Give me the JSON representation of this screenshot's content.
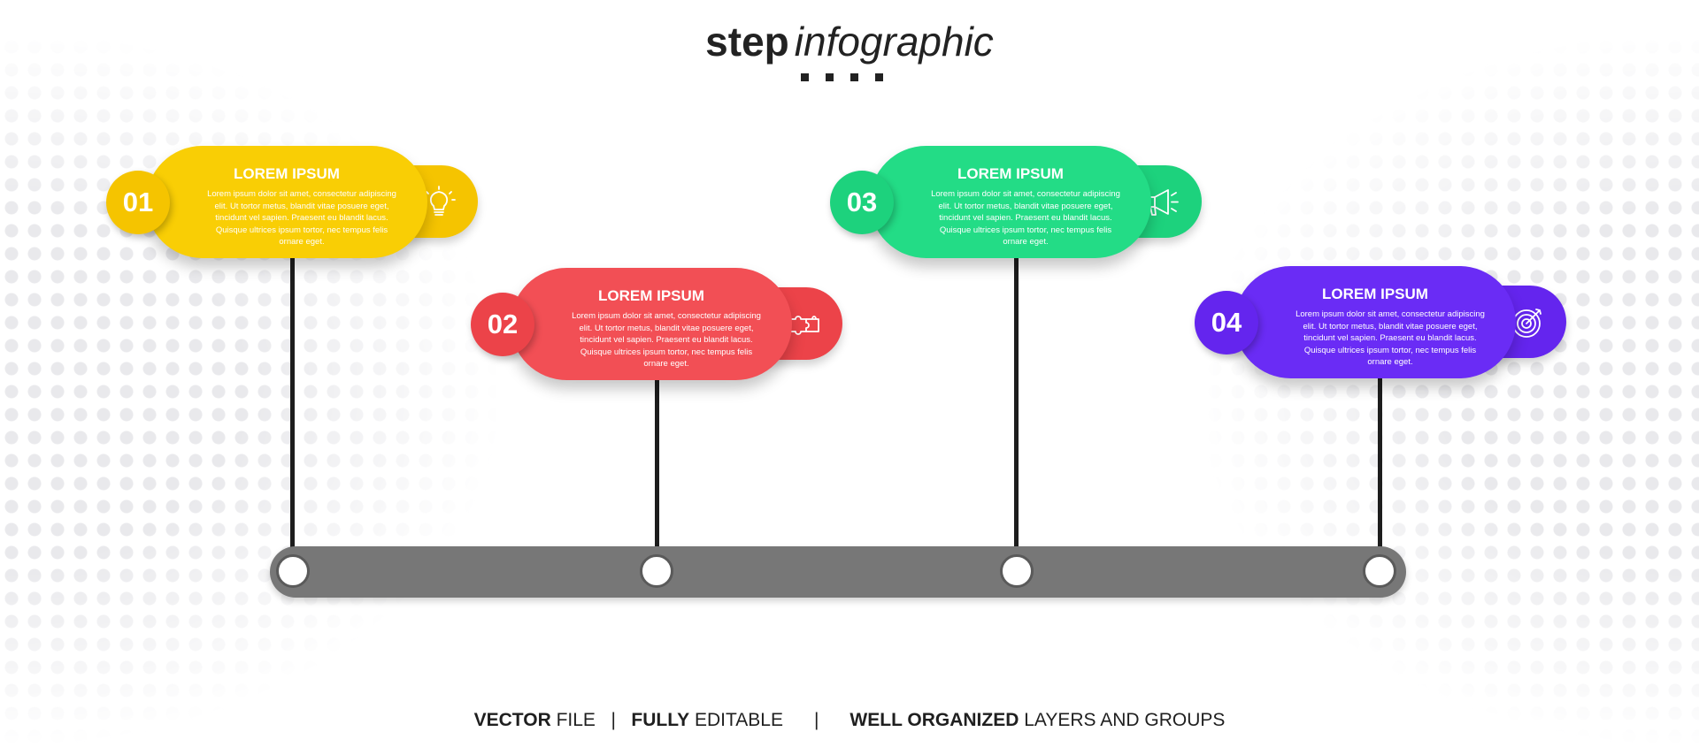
{
  "header": {
    "title_bold": "step",
    "title_italic": "infographic"
  },
  "steps": [
    {
      "number": "01",
      "heading": "LOREM IPSUM",
      "body": "Lorem ipsum dolor sit amet, consectetur adipiscing elit. Ut tortor metus, blandit vitae posuere eget, tincidunt vel sapien. Praesent eu blandit lacus. Quisque ultrices ipsum tortor, nec tempus felis ornare eget.",
      "icon": "lightbulb-icon",
      "color": "#f9ce05",
      "tab_color": "#f5c400"
    },
    {
      "number": "02",
      "heading": "LOREM IPSUM",
      "body": "Lorem ipsum dolor sit amet, consectetur adipiscing elit. Ut tortor metus, blandit vitae posuere eget, tincidunt vel sapien. Praesent eu blandit lacus. Quisque ultrices ipsum tortor, nec tempus felis ornare eget.",
      "icon": "puzzle-icon",
      "color": "#f24f55",
      "tab_color": "#ec4349"
    },
    {
      "number": "03",
      "heading": "LOREM IPSUM",
      "body": "Lorem ipsum dolor sit amet, consectetur adipiscing elit. Ut tortor metus, blandit vitae posuere eget, tincidunt vel sapien. Praesent eu blandit lacus. Quisque ultrices ipsum tortor, nec tempus felis ornare eget.",
      "icon": "megaphone-icon",
      "color": "#23dc86",
      "tab_color": "#1dd27d"
    },
    {
      "number": "04",
      "heading": "LOREM IPSUM",
      "body": "Lorem ipsum dolor sit amet, consectetur adipiscing elit. Ut tortor metus, blandit vitae posuere eget, tincidunt vel sapien. Praesent eu blandit lacus. Quisque ultrices ipsum tortor, nec tempus felis ornare eget.",
      "icon": "target-icon",
      "color": "#6a2cf5",
      "tab_color": "#6425ee"
    }
  ],
  "timeline": {
    "track_color": "#777777"
  },
  "footer": {
    "part1_bold": "VECTOR",
    "part1_rest": " FILE",
    "sep1": "   |   ",
    "part2_bold": "FULLY",
    "part2_rest": " EDITABLE",
    "sep2": "      |      ",
    "part3_bold": "WELL ORGANIZED",
    "part3_rest": " LAYERS AND GROUPS"
  }
}
